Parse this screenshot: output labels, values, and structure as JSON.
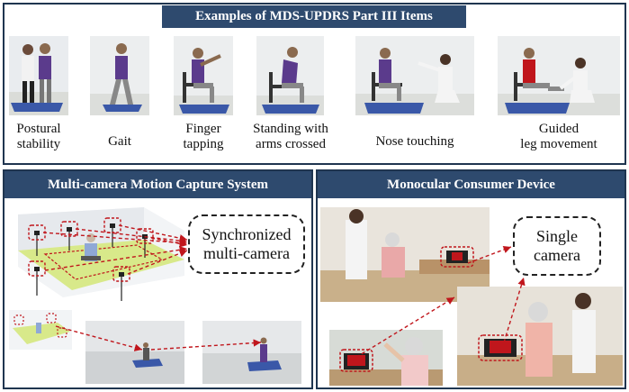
{
  "top_panel": {
    "title": "Examples of MDS-UPDRS Part III Items",
    "items": [
      {
        "caption_lines": [
          "Postural",
          "stability"
        ]
      },
      {
        "caption_lines": [
          "Gait"
        ]
      },
      {
        "caption_lines": [
          "Finger",
          "tapping"
        ]
      },
      {
        "caption_lines": [
          "Standing with",
          "arms crossed"
        ]
      },
      {
        "caption_lines": [
          "Nose touching"
        ]
      },
      {
        "caption_lines": [
          "Guided",
          "leg movement"
        ]
      }
    ]
  },
  "left_panel": {
    "title": "Multi-camera Motion Capture System",
    "callout_lines": [
      "Synchronized",
      "multi-camera"
    ]
  },
  "right_panel": {
    "title": "Monocular Consumer Device",
    "callout_lines": [
      "Single",
      "camera"
    ]
  },
  "colors": {
    "title_bar": "#2e4a6e",
    "panel_border": "#1f3550",
    "highlight": "#c0161c",
    "floor_mat": "#3a58a8",
    "capture_floor": "#d8e98a"
  }
}
